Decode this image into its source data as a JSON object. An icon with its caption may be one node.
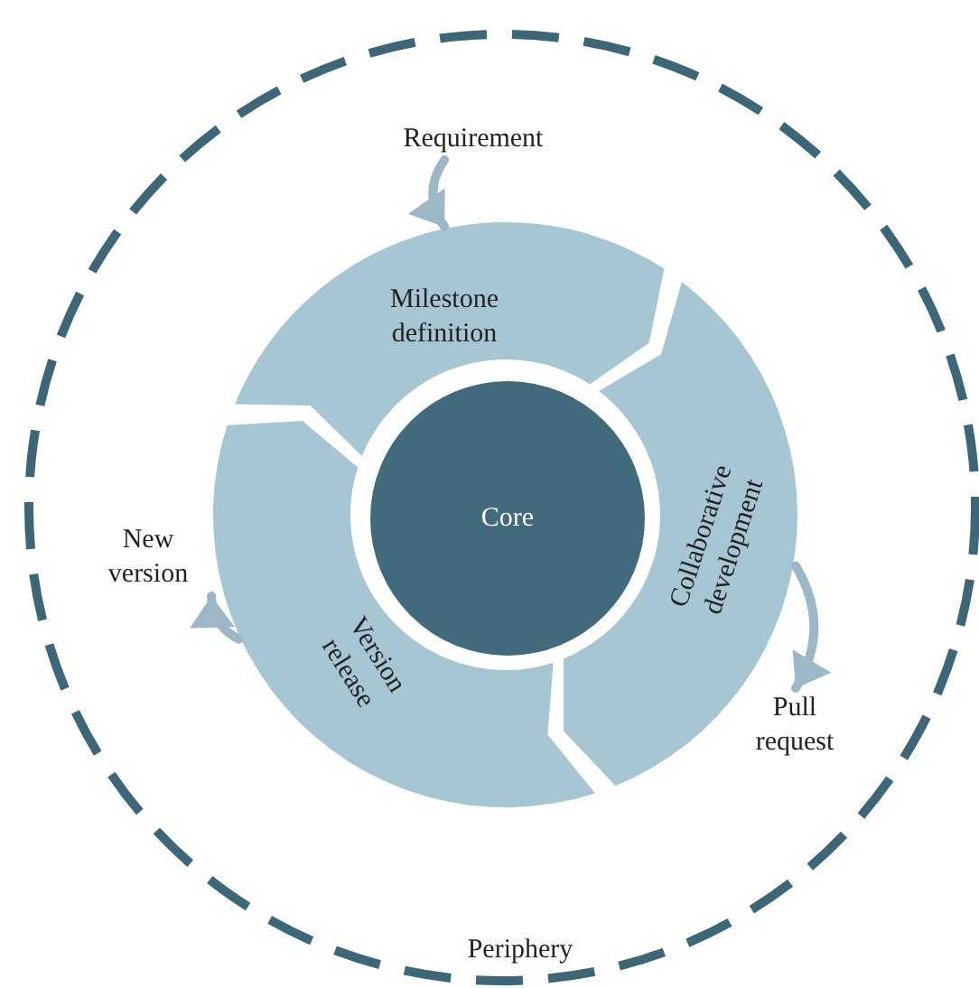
{
  "diagram": {
    "nodes": [
      {
        "text": [
          "Periphery"
        ]
      },
      {
        "text": [
          "Core"
        ],
        "in": 0
      },
      {
        "text": [
          "Milestone definition"
        ],
        "in": 0
      },
      {
        "text": [
          "Collaborative development"
        ],
        "in": 0
      },
      {
        "text": [
          "Version release"
        ],
        "in": 0
      },
      {
        "text": [
          "Requirement"
        ],
        "in": 0
      },
      {
        "text": [
          "Pull request"
        ],
        "in": 0
      },
      {
        "text": [
          "New version"
        ],
        "in": 0
      }
    ],
    "edges": [
      {
        "from": 5,
        "to": 2,
        "arrow": "to"
      },
      {
        "from": 3,
        "to": 6,
        "arrow": "to"
      },
      {
        "from": 4,
        "to": 7,
        "arrow": "to"
      }
    ]
  }
}
